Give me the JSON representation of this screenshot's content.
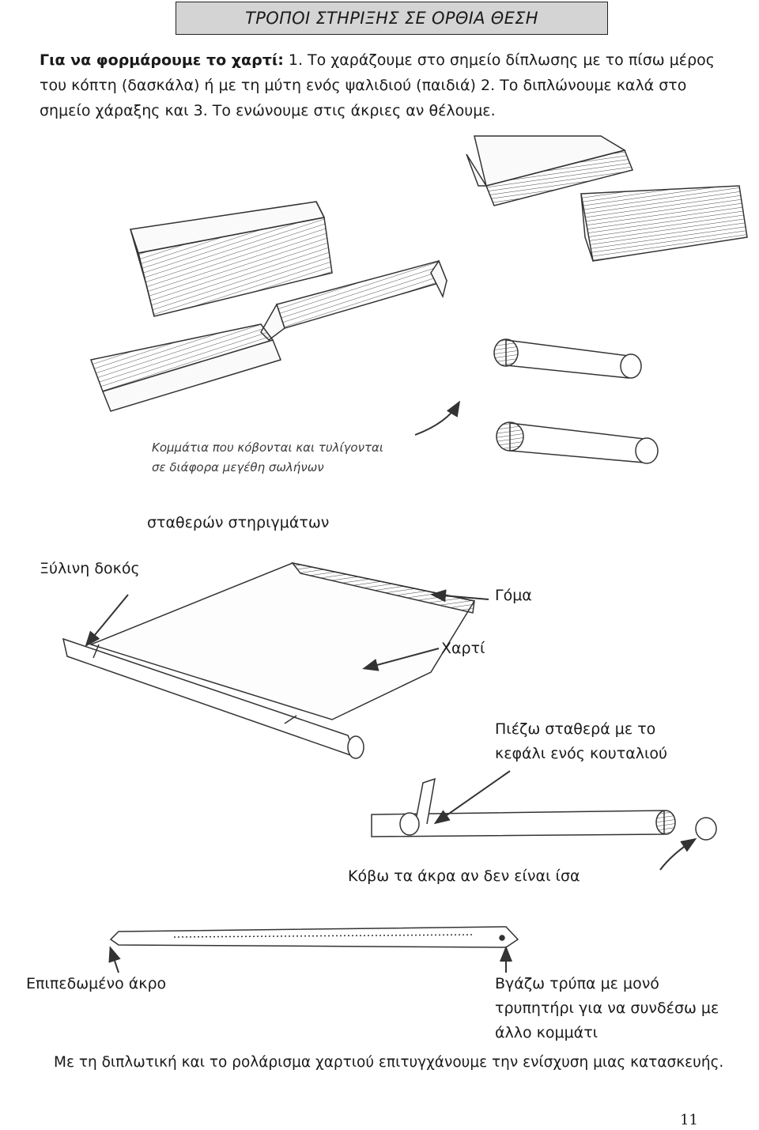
{
  "header": {
    "title": "ΤΡΟΠΟΙ ΣΤΗΡΙΞΗΣ ΣΕ ΟΡΘΙΑ ΘΕΣΗ"
  },
  "intro": {
    "lead": "Για να φορμάρουμε το χαρτί:",
    "body": " 1. Το χαράζουμε στο σημείο δίπλωσης με το πίσω μέρος του κόπτη (δασκάλα) ή με τη μύτη ενός ψαλιδιού (παιδιά) 2. Το διπλώνουμε καλά στο σημείο χάραξης και 3. Το ενώνουμε στις άκριες αν θέλουμε."
  },
  "figure_top": {
    "caption_line1": "Κομμάτια που κόβονται και τυλίγονται",
    "caption_line2": "σε διάφορα μεγέθη σωλήνων"
  },
  "figure_middle": {
    "subtitle": "σταθερών στηριγμάτων",
    "label_beam": "Ξύλινη δοκός",
    "label_glue": "Γόμα",
    "label_paper": "Χαρτί",
    "label_press_line1": "Πιέζω σταθερά με το",
    "label_press_line2": "κεφάλι ενός κουταλιού",
    "label_cut": "Κόβω τα άκρα αν δεν είναι ίσα"
  },
  "figure_bottom": {
    "label_flat_end": "Επιπεδωμένο άκρο",
    "label_hole_line1": "Βγάζω τρύπα με μονό",
    "label_hole_line2": "τρυπητήρι για να συνδέσω με",
    "label_hole_line3": "άλλο κομμάτι"
  },
  "footer": {
    "conclusion": "Με τη διπλωτική και το ρολάρισμα χαρτιού επιτυγχάνουμε την ενίσχυση μιας κατασκευής.",
    "page_number": "11"
  }
}
